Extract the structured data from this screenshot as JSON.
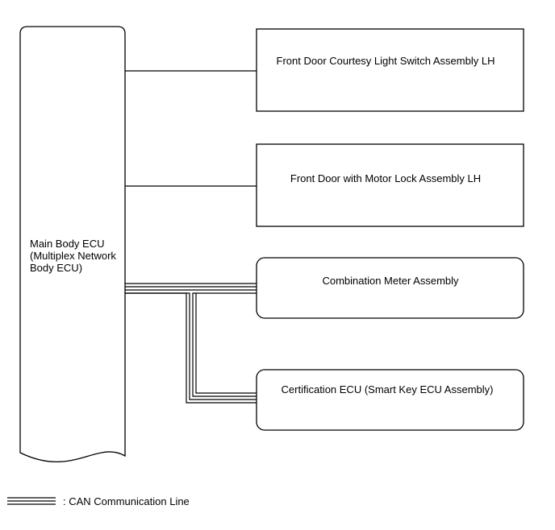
{
  "main_ecu": {
    "line1": "Main Body ECU",
    "line2": "(Multiplex Network",
    "line3": "Body ECU)"
  },
  "components": [
    {
      "label": "Front Door Courtesy Light Switch Assembly LH"
    },
    {
      "label": "Front Door with Motor Lock Assembly LH"
    },
    {
      "label": "Combination Meter Assembly"
    },
    {
      "label": "Certification ECU (Smart Key ECU Assembly)"
    }
  ],
  "legend": {
    "label": ": CAN Communication Line"
  }
}
